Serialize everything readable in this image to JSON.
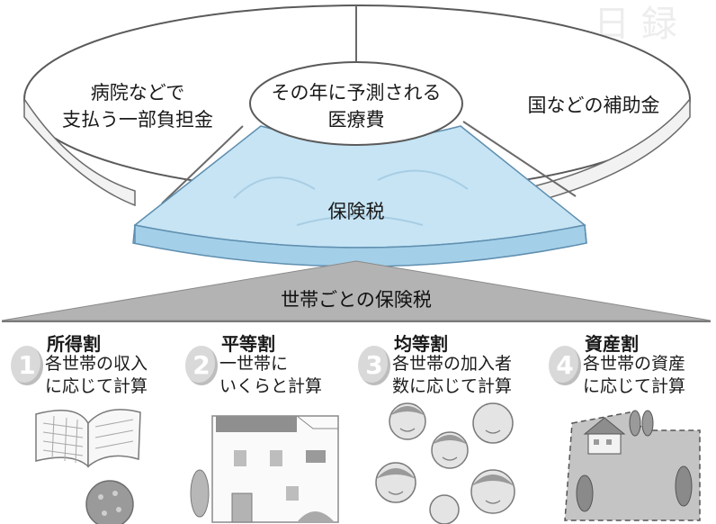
{
  "diagram": {
    "hospital_copay": {
      "line1": "病院などで",
      "line2": "支払う一部負担金"
    },
    "medical_costs": {
      "line1": "その年に予測される",
      "line2": "医療費"
    },
    "national_subsidy": "国などの補助金",
    "insurance_tax": "保険税",
    "household_tax": "世帯ごとの保険税"
  },
  "methods": [
    {
      "number": "1",
      "title": "所得割",
      "desc1": "各世帯の収入",
      "desc2": "に応じて計算",
      "illustration": "book-icon"
    },
    {
      "number": "2",
      "title": "平等割",
      "desc1": "一世帯に",
      "desc2": "いくらと計算",
      "illustration": "houses-icon"
    },
    {
      "number": "3",
      "title": "均等割",
      "desc1": "各世帯の加入者",
      "desc2": "数に応じて計算",
      "illustration": "family-faces-icon"
    },
    {
      "number": "4",
      "title": "資産割",
      "desc1": "各世帯の資産",
      "desc2": "に応じて計算",
      "illustration": "land-house-icon"
    }
  ],
  "colors": {
    "tax_segment": "#bfe0f2",
    "tax_segment_side": "#9fcbe6",
    "triangle": "#a9a9a9",
    "badge": "#d9d9d9"
  }
}
